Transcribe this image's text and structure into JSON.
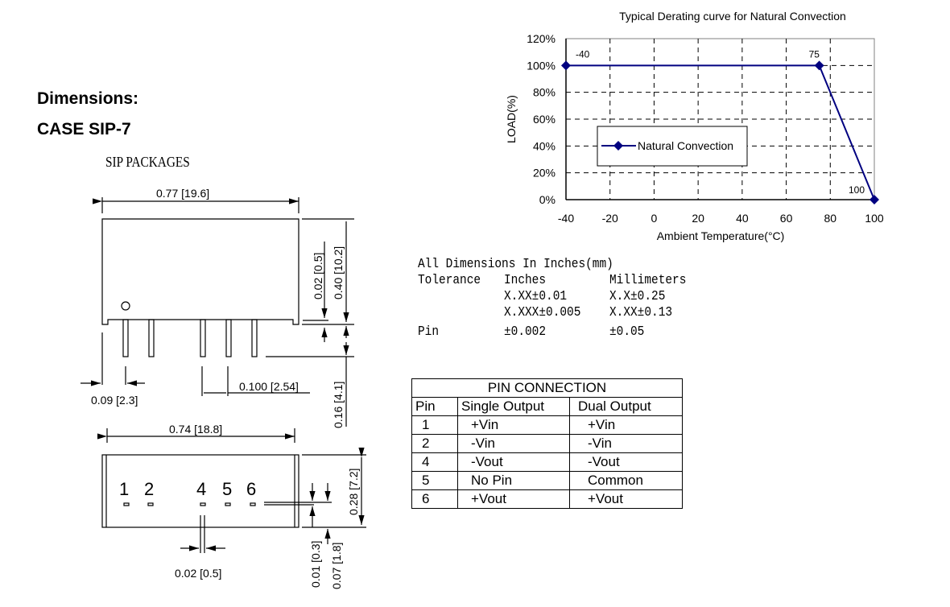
{
  "headings": {
    "dimensions": "Dimensions:",
    "case": "CASE SIP-7",
    "packages": "SIP PACKAGES"
  },
  "drawing": {
    "top_width": "0.77 [19.6]",
    "pin_offset": "0.02 [0.5]",
    "height": "0.40 [10.2]",
    "pin_length": "0.16 [4.1]",
    "edge_to_pin": "0.09 [2.3]",
    "pitch": "0.100 [2.54]",
    "bottom_width": "0.74 [18.8]",
    "thickness": "0.28 [7.2]",
    "pin_width": "0.02 [0.5]",
    "pin_depth": "0.01 [0.3]",
    "pin_row": "0.07 [1.8]",
    "pin_numbers": [
      "1",
      "2",
      "4",
      "5",
      "6"
    ]
  },
  "tolerance": {
    "line1": "All Dimensions In Inches(mm)",
    "tolerance_label": "Tolerance",
    "inches_label": "Inches",
    "mm_label": "Millimeters",
    "inch_xx": "X.XX±0.01",
    "mm_x": "X.X±0.25",
    "inch_xxx": "X.XXX±0.005",
    "mm_xx": "X.XX±0.13",
    "pin_label": "Pin",
    "pin_inch": "±0.002",
    "pin_mm": "±0.05"
  },
  "pin_table": {
    "title": "PIN CONNECTION",
    "headers": [
      "Pin",
      "Single Output",
      "Dual Output"
    ],
    "rows": [
      [
        "1",
        "+Vin",
        "+Vin"
      ],
      [
        "2",
        "-Vin",
        "-Vin"
      ],
      [
        "4",
        "-Vout",
        "-Vout"
      ],
      [
        "5",
        "No Pin",
        "Common"
      ],
      [
        "6",
        "+Vout",
        "+Vout"
      ]
    ]
  },
  "chart_data": {
    "type": "line",
    "title": "Typical Derating curve for Natural Convection",
    "xlabel": "Ambient Temperature(°C)",
    "ylabel": "LOAD(%)",
    "xlim": [
      -40,
      100
    ],
    "ylim": [
      0,
      120
    ],
    "xticks": [
      "-40",
      "-20",
      "0",
      "20",
      "40",
      "60",
      "80",
      "100"
    ],
    "yticks": [
      "0%",
      "20%",
      "40%",
      "60%",
      "80%",
      "100%",
      "120%"
    ],
    "grid": true,
    "legend_placement": "center-left",
    "series": [
      {
        "name": "Natural Convection",
        "color": "#000080",
        "x": [
          -40,
          75,
          100
        ],
        "y": [
          100,
          100,
          0
        ]
      }
    ],
    "annotations": [
      "-40",
      "75",
      "100"
    ]
  }
}
